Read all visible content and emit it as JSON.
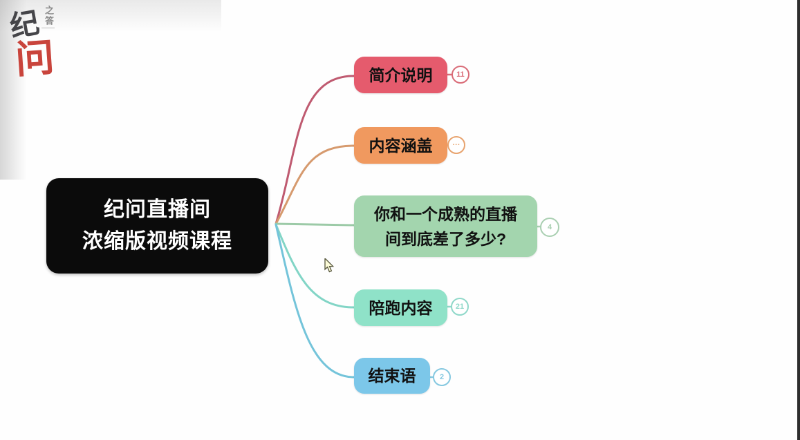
{
  "app": {
    "description": "mind map view"
  },
  "logo": {
    "top_char": "纪",
    "bottom_char": "问",
    "seal_text": "之答",
    "top_color": "#454549",
    "bottom_color": "#c9443c"
  },
  "root": {
    "lines": [
      "纪问直播间",
      "浓缩版视频课程"
    ],
    "bg": "#0b0b0b",
    "text_color": "#ffffff"
  },
  "branches": [
    {
      "id": "intro",
      "lines": [
        "简介说明"
      ],
      "badge": "11",
      "bg": "#e55b6d",
      "line_color": "#bf5a70",
      "badge_color": "#d96b77"
    },
    {
      "id": "content-coverage",
      "lines": [
        "内容涵盖"
      ],
      "badge": "···",
      "bg": "#f0995f",
      "line_color": "#d69a6e",
      "badge_color": "#e8a36e"
    },
    {
      "id": "gap-question",
      "lines": [
        "你和一个成熟的直播",
        "间到底差了多少?"
      ],
      "badge": "4",
      "bg": "#a3d5ae",
      "line_color": "#9ccaa7",
      "badge_color": "#a9cfb1"
    },
    {
      "id": "companion-content",
      "lines": [
        "陪跑内容"
      ],
      "badge": "21",
      "bg": "#8fe2c8",
      "line_color": "#82d5c6",
      "badge_color": "#8fd8c9"
    },
    {
      "id": "closing",
      "lines": [
        "结束语"
      ],
      "badge": "2",
      "bg": "#7cc7e9",
      "line_color": "#74c4da",
      "badge_color": "#85c8e0"
    }
  ]
}
